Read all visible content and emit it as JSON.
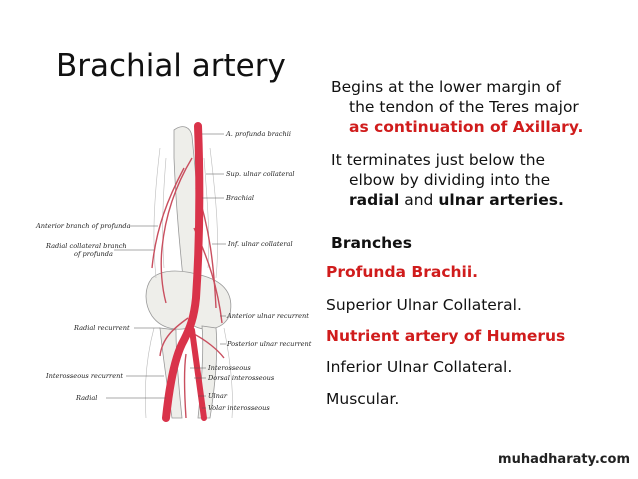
{
  "title": "Brachial artery",
  "para1": {
    "line1": "Begins at the lower margin of",
    "line2": "the tendon of the Teres major",
    "line3": "as continuation of Axillary."
  },
  "para2": {
    "line1": "It terminates just below the",
    "line2": "elbow by dividing into the",
    "radial": "radial",
    "and": "and",
    "ulnar": "ulnar arteries."
  },
  "branches_heading": "Branches",
  "branches": [
    "Profunda Brachii.",
    "Superior Ulnar Collateral.",
    "Nutrient artery of Humerus",
    "Inferior Ulnar Collateral.",
    "Muscular."
  ],
  "diagram_labels": {
    "profunda": "A. profunda brachii",
    "sup_ulnar": "Sup. ulnar collateral",
    "brachial": "Brachial",
    "ant_branch": "Anterior branch of profunda",
    "radial_coll_1": "Radial collateral branch",
    "radial_coll_2": "of profunda",
    "inf_ulnar": "Inf. ulnar collateral",
    "ant_ulnar_rec": "Anterior ulnar recurrent",
    "radial_rec": "Radial recurrent",
    "post_ulnar_rec": "Posterior ulnar recurrent",
    "interosseous": "Interosseous",
    "dorsal_inter": "Dorsal interosseous",
    "interosseous_rec": "Interosseous recurrent",
    "ulnar": "Ulnar",
    "radial": "Radial",
    "volar_inter": "Volar interosseous"
  },
  "footer": "muhadharaty.com",
  "colors": {
    "accent": "#d01c1c",
    "artery": "#d9334a"
  }
}
